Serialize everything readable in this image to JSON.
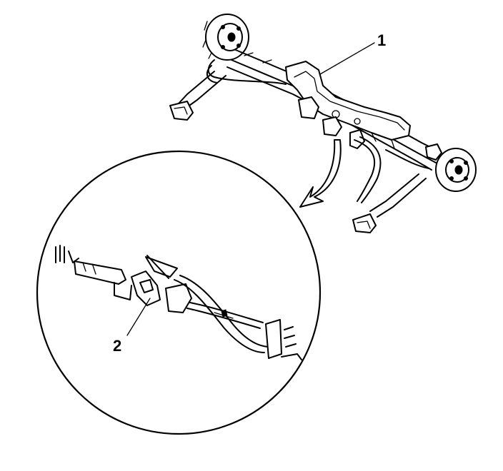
{
  "callouts": [
    {
      "id": "1",
      "label": "1"
    },
    {
      "id": "2",
      "label": "2"
    }
  ],
  "parts": {
    "rear_axle": "rear-axle-assembly",
    "detail": "cable-bracket-detail"
  }
}
